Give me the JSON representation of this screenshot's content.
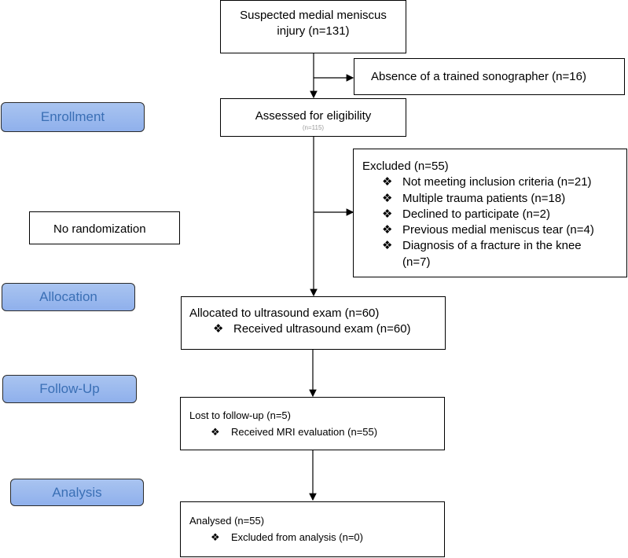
{
  "stages": {
    "enrollment": "Enrollment",
    "allocation": "Allocation",
    "followup": "Follow-Up",
    "analysis": "Analysis"
  },
  "boxes": {
    "suspected": {
      "line1": "Suspected medial meniscus",
      "line2": "injury (n=131)"
    },
    "absence": "Absence of a trained sonographer (n=16)",
    "assessed": {
      "label": "Assessed for eligibility",
      "count_partial": "(n=115)"
    },
    "no_randomization": "No randomization",
    "excluded": {
      "title": "Excluded (n=55)",
      "items": [
        "Not meeting inclusion criteria (n=21)",
        "Multiple trauma patients (n=18)",
        "Declined to participate (n=2)",
        "Previous medial meniscus tear (n=4)",
        "Diagnosis of a fracture in the knee (n=7)"
      ]
    },
    "allocated": {
      "title": "Allocated to ultrasound exam (n=60)",
      "item": "Received ultrasound exam (n=60)"
    },
    "lost": {
      "title": "Lost to follow-up (n=5)",
      "item": "Received MRI evaluation (n=55)"
    },
    "analysed": {
      "title": "Analysed (n=55)",
      "item": "Excluded from analysis (n=0)"
    }
  },
  "bullet_symbol": "❖"
}
